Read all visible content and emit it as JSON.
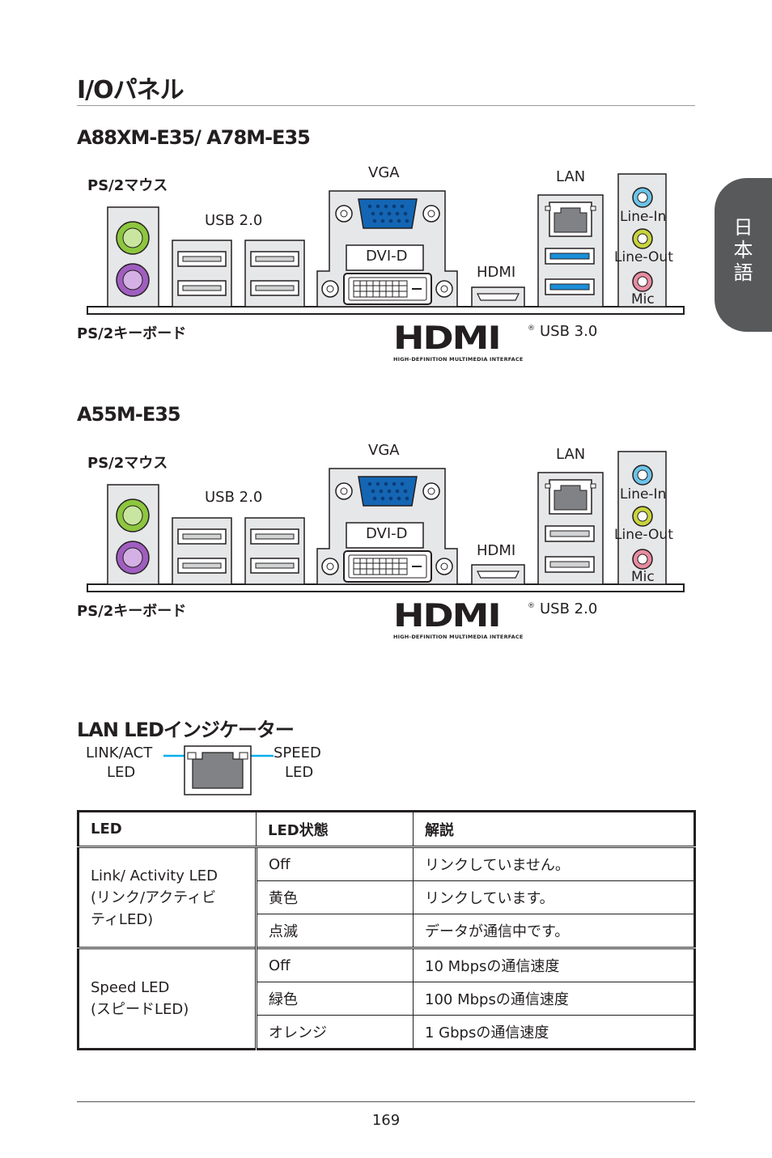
{
  "page_title": "I/Oパネル",
  "side_tab": "日本語",
  "section1": {
    "title": "A88XM-E35/ A78M-E35",
    "labels": {
      "ps2_mouse": "PS/2マウス",
      "usb20": "USB 2.0",
      "vga": "VGA",
      "dvid": "DVI-D",
      "hdmi": "HDMI",
      "lan": "LAN",
      "line_in": "Line-In",
      "line_out": "Line-Out",
      "mic": "Mic",
      "ps2_keyboard": "PS/2キーボード",
      "usb_bottom": "USB 3.0"
    }
  },
  "section2": {
    "title": "A55M-E35",
    "labels": {
      "ps2_mouse": "PS/2マウス",
      "usb20": "USB 2.0",
      "vga": "VGA",
      "dvid": "DVI-D",
      "hdmi": "HDMI",
      "lan": "LAN",
      "line_in": "Line-In",
      "line_out": "Line-Out",
      "mic": "Mic",
      "ps2_keyboard": "PS/2キーボード",
      "usb_bottom": "USB 2.0"
    }
  },
  "hdmi_logo": {
    "word": "HDMI",
    "subtitle": "HIGH-DEFINITION MULTIMEDIA INTERFACE",
    "reg": "®"
  },
  "lan_led": {
    "title": "LAN LEDインジケーター",
    "left_label_1": "LINK/ACT",
    "left_label_2": "LED",
    "right_label_1": "SPEED",
    "right_label_2": "LED"
  },
  "table": {
    "headers": [
      "LED",
      "LED状態",
      "解説"
    ],
    "group1": {
      "name_1": "Link/ Activity LED",
      "name_2": "(リンク/アクティビ",
      "name_3": "ティLED)",
      "rows": [
        [
          "Off",
          "リンクしていません。"
        ],
        [
          "黄色",
          "リンクしています。"
        ],
        [
          "点滅",
          "データが通信中です。"
        ]
      ]
    },
    "group2": {
      "name_1": "Speed LED",
      "name_2": "(スピードLED)",
      "rows": [
        [
          "Off",
          "10 Mbpsの通信速度"
        ],
        [
          "緑色",
          "100 Mbpsの通信速度"
        ],
        [
          "オレンジ",
          "1 Gbpsの通信速度"
        ]
      ]
    }
  },
  "page_number": "169",
  "colors": {
    "usb3_blue": "#1a8fd8",
    "vga_blue": "#1466b4",
    "ps2_green": "#8dc63f",
    "ps2_purple": "#a05ec0",
    "line_in": "#6cc4e8",
    "line_out": "#c8d43c",
    "mic": "#e88ca0",
    "led_line": "#00aeef"
  }
}
